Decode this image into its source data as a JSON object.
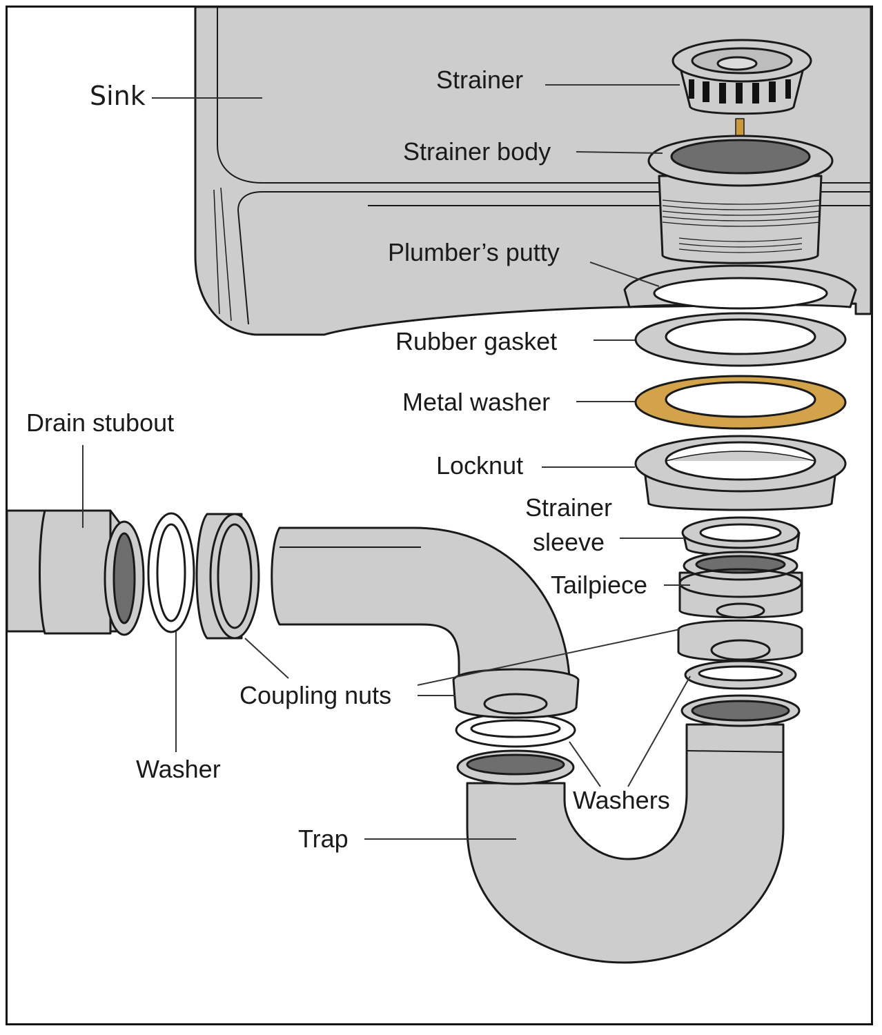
{
  "diagram": {
    "title": "",
    "colors": {
      "part_fill": "#cdcdcd",
      "dark_interior": "#6e6e6e",
      "outline": "#1a1a1a",
      "metal_washer": "#d2a34a",
      "brass_stem": "#c9983f",
      "leader_line": "#333333"
    },
    "labels": {
      "sink": "Sink",
      "strainer": "Strainer",
      "strainer_body": "Strainer body",
      "plumbers_putty": "Plumber’s putty",
      "rubber_gasket": "Rubber gasket",
      "metal_washer": "Metal washer",
      "locknut": "Locknut",
      "drain_stubout": "Drain stubout",
      "strainer_sleeve_line1": "Strainer",
      "strainer_sleeve_line2": "sleeve",
      "tailpiece": "Tailpiece",
      "coupling_nuts": "Coupling nuts",
      "washer": "Washer",
      "washers": "Washers",
      "trap": "Trap"
    }
  }
}
